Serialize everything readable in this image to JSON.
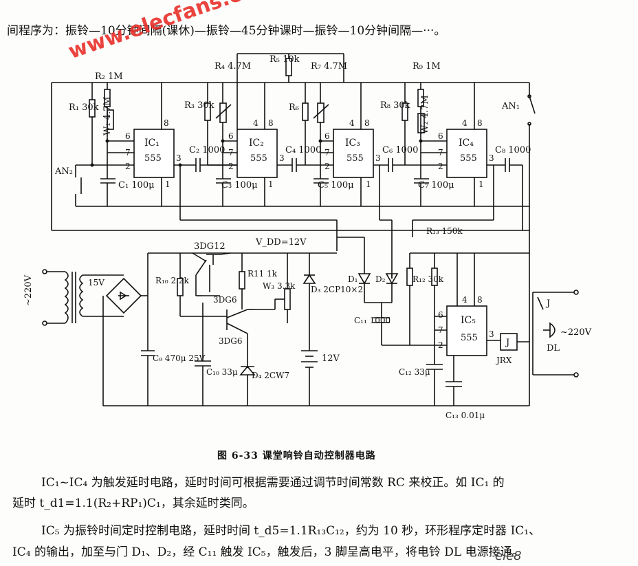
{
  "header": {
    "text": "间程序为：振铃—10分钟间隔(课休)—振铃—45分钟课时—振铃—10分钟间隔—···。"
  },
  "watermark": {
    "top": "www.elecfans.com",
    "bottom": "ele8"
  },
  "caption": "图 6-33  课堂响铃自动控制器电路",
  "paragraphs": [
    "IC₁~IC₄ 为触发延时电路，延时时间可根据需要通过调节时间常数 RC 来校正。如 IC₁ 的",
    "延时 t_d1=1.1(R₂+RP₁)C₁，其余延时类同。",
    "IC₅ 为振铃时间定时控制电路，延时时间 t_d5=1.1R₁₃C₁₂，约为 10 秒，环形程序定时器 IC₁、",
    "IC₄ 的输出，加至与门 D₁、D₂，经 C₁₁ 触发 IC₅，触发后，3 脚呈高电平，将电铃 DL 电源接通。"
  ],
  "circuit": {
    "ics": [
      {
        "label": "IC₁",
        "type": "555",
        "pins": [
          "6",
          "7",
          "2",
          "8",
          "3",
          "1"
        ]
      },
      {
        "label": "IC₂",
        "type": "555",
        "pins": [
          "6",
          "7",
          "2",
          "4",
          "8",
          "3",
          "1"
        ]
      },
      {
        "label": "IC₃",
        "type": "555",
        "pins": [
          "6",
          "7",
          "2",
          "4",
          "8",
          "3",
          "1"
        ]
      },
      {
        "label": "IC₄",
        "type": "555",
        "pins": [
          "6",
          "7",
          "2",
          "4",
          "8",
          "3",
          "1"
        ]
      },
      {
        "label": "IC₅",
        "type": "555",
        "pins": [
          "6",
          "7",
          "2",
          "4",
          "8",
          "3"
        ]
      }
    ],
    "components": {
      "R1": "R₁ 30k",
      "R2": "R₂ 1M",
      "W1": "W₁ 4.7M",
      "R3": "R₃ 30k",
      "R4": "R₄ 4.7M",
      "R5": "R₅ 10k",
      "R6": "R₆",
      "R7": "R₇ 4.7M",
      "R8": "R₈ 30k",
      "R9": "R₉ 1M",
      "W2": "W₂ 4.7M",
      "C1": "C₁ 100μ",
      "C2": "C₂ 1000",
      "C3": "C₃ 100μ",
      "C4": "C₄ 1000",
      "C5": "C₅ 100μ",
      "C6": "C₆ 1000",
      "C7": "C₇ 100μ",
      "C8": "C₈ 1000",
      "AN1": "AN₁",
      "AN2": "AN₂",
      "VDD": "V_DD=12V",
      "Q1": "3DG12",
      "Q2": "3DG6",
      "Q3": "3DG6",
      "R10": "R₁₀ 2.2k",
      "R11": "R11 1k",
      "W3": "W₃ 3.3k",
      "D3": "D₃ 2CP10×2",
      "D4": "D₄ 2CW7",
      "D1": "D₁",
      "D2": "D₂",
      "C9": "C₉ 470μ 25V",
      "C10": "C₁₀ 33μ",
      "C11": "C₁₁ 1000",
      "C12": "C₁₂ 33μ",
      "C13": "C₁₃ 0.01μ",
      "R12": "R₁₂ 30k",
      "R13": "R₁₃ 150k",
      "mains": "~220V",
      "sec": "15V",
      "bat": "12V",
      "J": "J",
      "JRX": "JRX",
      "DL": "DL",
      "bell220": "~220V"
    }
  }
}
